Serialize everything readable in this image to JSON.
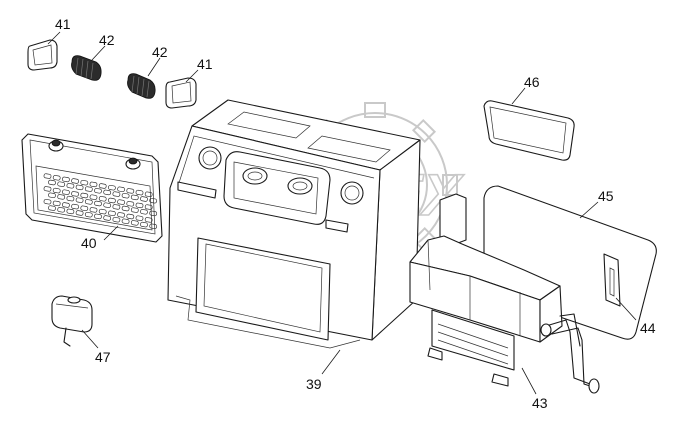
{
  "diagram": {
    "watermark_text": "DREX",
    "callouts": [
      {
        "id": "c41a",
        "text": "41"
      },
      {
        "id": "c42a",
        "text": "42"
      },
      {
        "id": "c42b",
        "text": "42"
      },
      {
        "id": "c41b",
        "text": "41"
      },
      {
        "id": "c46",
        "text": "46"
      },
      {
        "id": "c45",
        "text": "45"
      },
      {
        "id": "c40",
        "text": "40"
      },
      {
        "id": "c44",
        "text": "44"
      },
      {
        "id": "c47",
        "text": "47"
      },
      {
        "id": "c39",
        "text": "39"
      },
      {
        "id": "c43",
        "text": "43"
      }
    ]
  }
}
